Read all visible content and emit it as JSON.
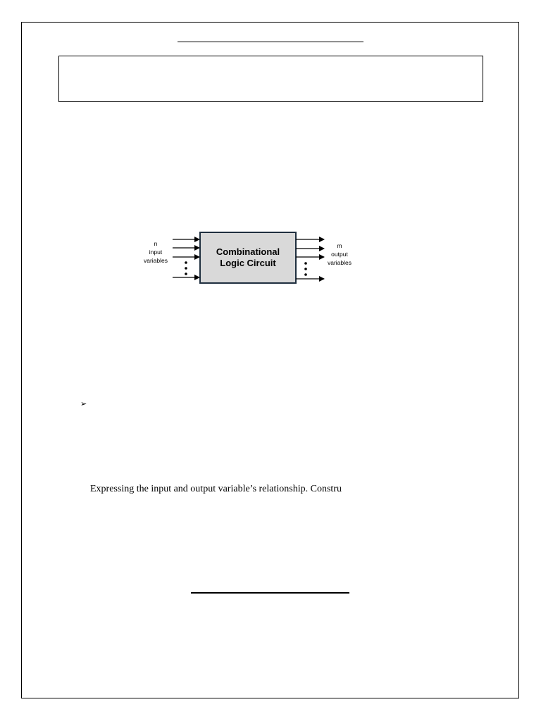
{
  "diagram": {
    "block_label_line1": "Combinational",
    "block_label_line2": "Logic Circuit",
    "inputs_label_line1": "n",
    "inputs_label_line2": "input",
    "inputs_label_line3": "variables",
    "outputs_label_line1": "m",
    "outputs_label_line2": "output",
    "outputs_label_line3": "variables",
    "block_fill_color": "#d9d9d9",
    "block_stroke_color": "#1f2f3f"
  },
  "list": {
    "bullet_symbol": "➢"
  },
  "body": {
    "paragraph": "Expressing the input and output variable’s relationship. Constru"
  }
}
